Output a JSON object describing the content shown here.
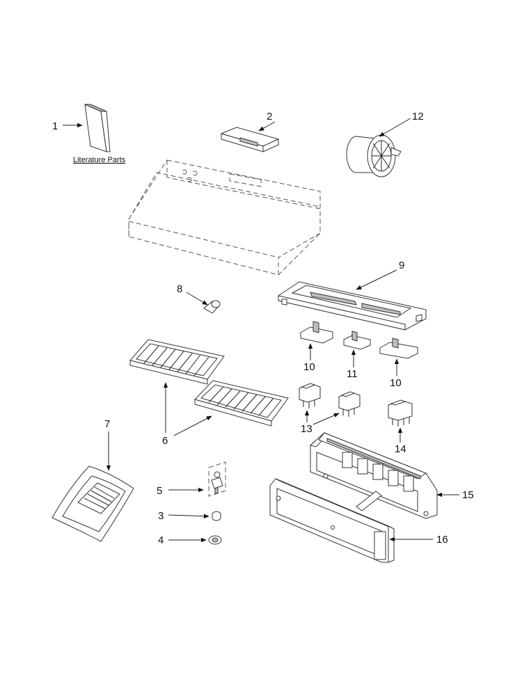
{
  "literature_label": "Literature Parts",
  "callouts": [
    "1",
    "2",
    "12",
    "8",
    "9",
    "10",
    "11",
    "10",
    "6",
    "13",
    "14",
    "7",
    "15",
    "5",
    "3",
    "4",
    "16"
  ]
}
